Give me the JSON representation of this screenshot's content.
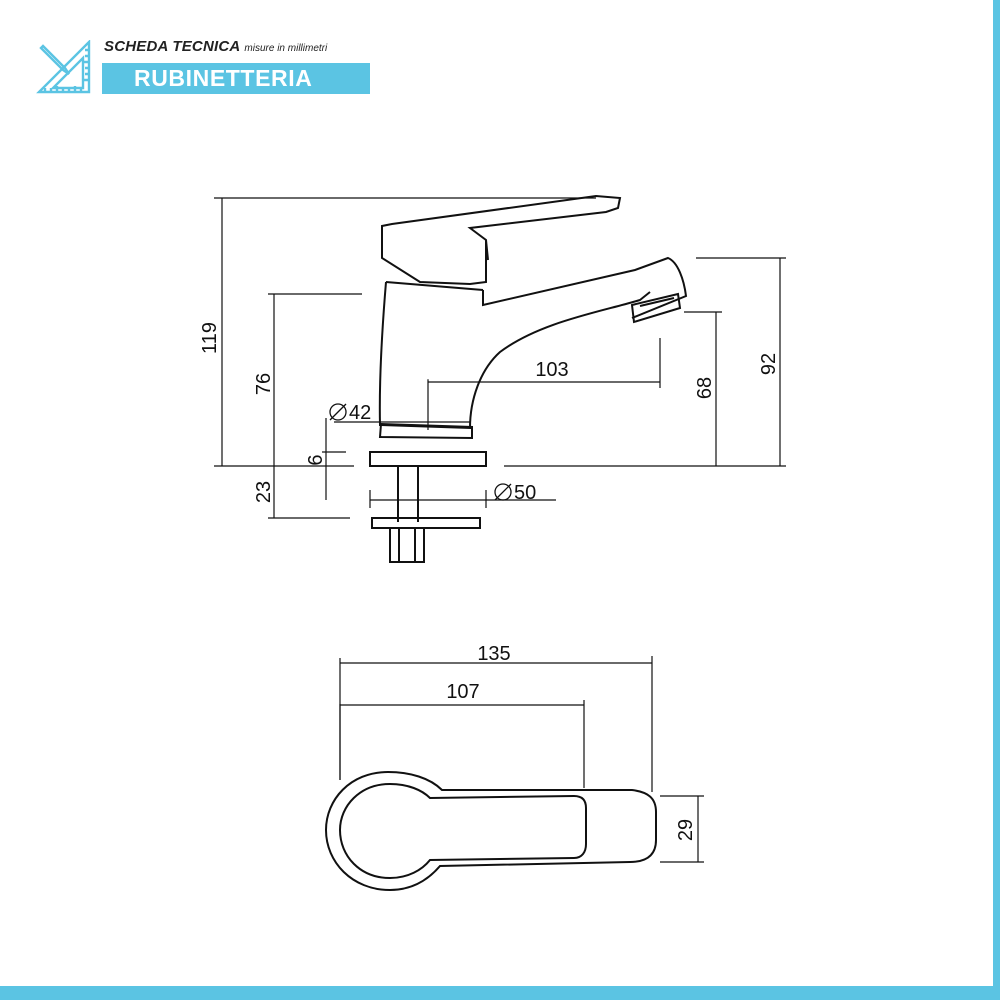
{
  "header": {
    "title": "SCHEDA TECNICA",
    "subtitle": "misure in millimetri",
    "banner": "RUBINETTERIA"
  },
  "colors": {
    "accent": "#5bc4e3",
    "line": "#111111"
  },
  "icons": {
    "header": "ruler-pencil-icon"
  },
  "dimensions": {
    "height_total": "119",
    "height_body": "76",
    "base_thickness": "6",
    "below_base": "23",
    "body_diameter": "42",
    "base_diameter": "50",
    "spout_reach": "103",
    "spout_height": "68",
    "lever_height": "92",
    "lever_length": "135",
    "lever_grip_length": "107",
    "lever_width": "29"
  }
}
